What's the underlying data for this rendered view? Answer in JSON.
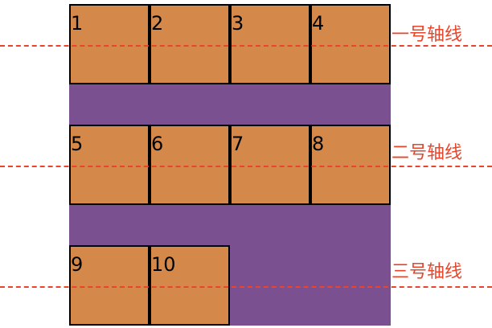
{
  "items": [
    "1",
    "2",
    "3",
    "4",
    "5",
    "6",
    "7",
    "8",
    "9",
    "10"
  ],
  "axes": [
    {
      "label": "一号轴线"
    },
    {
      "label": "二号轴线"
    },
    {
      "label": "三号轴线"
    }
  ],
  "colors": {
    "container": "#7a5091",
    "item": "#d4894b",
    "axis": "#e8452c",
    "border": "#000000"
  }
}
